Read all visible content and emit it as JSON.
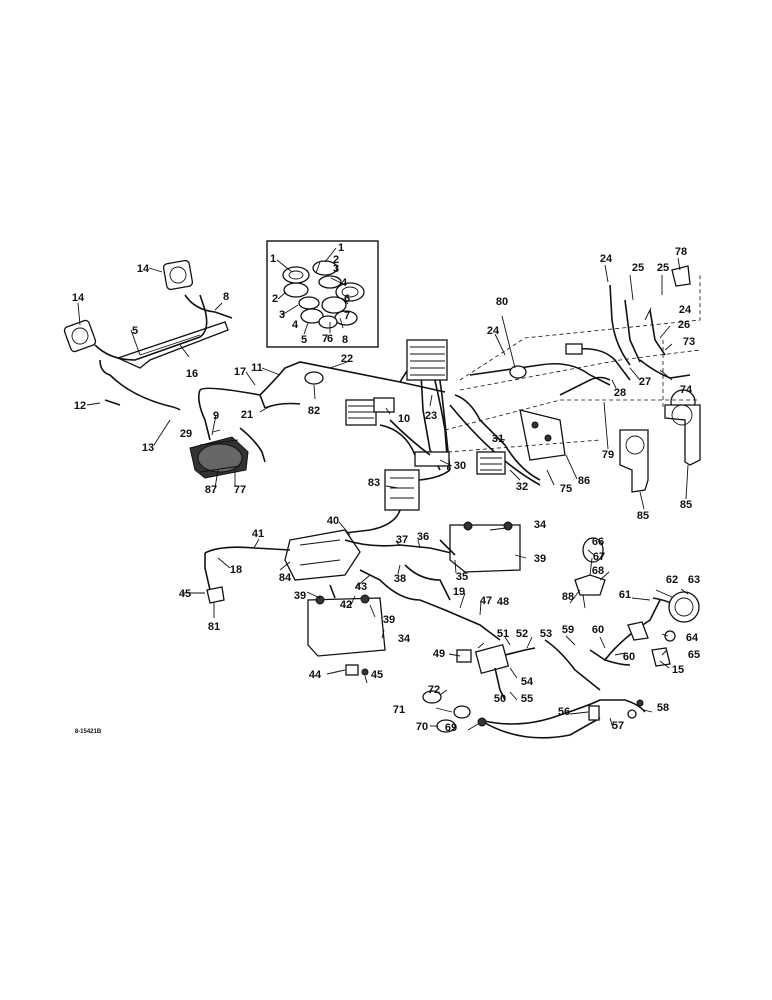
{
  "figure_ref": "8-15421B",
  "callouts": [
    "1",
    "2",
    "3",
    "4",
    "5",
    "6",
    "7",
    "8",
    "9",
    "10",
    "11",
    "12",
    "13",
    "14",
    "15",
    "16",
    "17",
    "18",
    "19",
    "21",
    "22",
    "23",
    "24",
    "25",
    "26",
    "27",
    "28",
    "29",
    "30",
    "31",
    "32",
    "34",
    "35",
    "36",
    "37",
    "38",
    "39",
    "40",
    "41",
    "42",
    "43",
    "44",
    "45",
    "47",
    "48",
    "49",
    "50",
    "51",
    "52",
    "53",
    "54",
    "55",
    "56",
    "57",
    "58",
    "59",
    "60",
    "61",
    "62",
    "63",
    "64",
    "65",
    "66",
    "67",
    "68",
    "69",
    "70",
    "71",
    "72",
    "73",
    "74",
    "75",
    "77",
    "78",
    "79",
    "80",
    "81",
    "82",
    "83",
    "84",
    "85",
    "86",
    "87",
    "88"
  ]
}
